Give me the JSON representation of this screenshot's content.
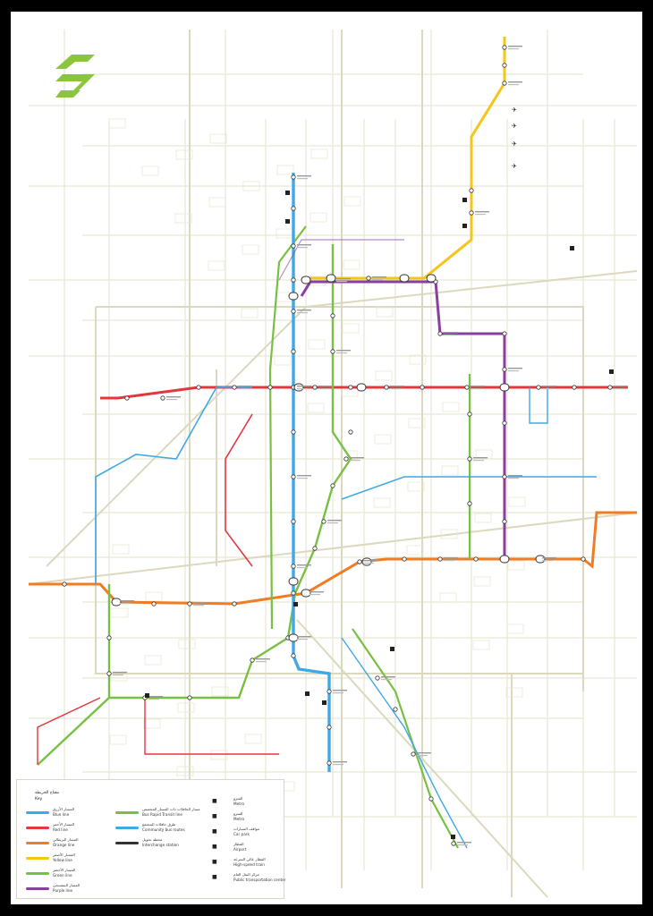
{
  "colors": {
    "background": "#ffffff",
    "frame": "#000000",
    "street": "#e8e6d4",
    "street_major": "#dcd8bd",
    "blue": "#3fa9e6",
    "red": "#e3373f",
    "orange": "#f07c24",
    "yellow": "#f5c518",
    "green": "#78c043",
    "purple": "#8a3ea0",
    "logo": "#8bc53f"
  },
  "logo": {
    "icon": "riyadh-metro-arrows-logo"
  },
  "legend": {
    "title_ar": "مفتاح الخريطة",
    "title_en": "Key",
    "lines": [
      {
        "ar": "المسار الأزرق",
        "en": "Blue line",
        "color": "#3fa9e6"
      },
      {
        "ar": "المسار الأحمر",
        "en": "Red line",
        "color": "#e3373f"
      },
      {
        "ar": "المسار البرتقالي",
        "en": "Orange line",
        "color": "#f07c24"
      },
      {
        "ar": "المسار الأصفر",
        "en": "Yellow line",
        "color": "#f5c518"
      },
      {
        "ar": "المسار الأخضر",
        "en": "Green line",
        "color": "#78c043"
      },
      {
        "ar": "المسار البنفسجي",
        "en": "Purple line",
        "color": "#8a3ea0"
      }
    ],
    "other": [
      {
        "ar": "مسار الحافلات ذات المسار المخصص",
        "en": "Bus Rapid Transit line",
        "color": "#78c043"
      },
      {
        "ar": "طرق حافلات المجتمع",
        "en": "Community bus routes",
        "color": "#3fa9e6"
      },
      {
        "ar": "محطة تحويل",
        "en": "Interchange station",
        "color": "#333333"
      }
    ],
    "facilities": [
      {
        "ar": "المترو",
        "en": "Metro",
        "icon": "metro-icon"
      },
      {
        "ar": "المترو",
        "en": "Metro",
        "icon": "metro-circle-icon"
      },
      {
        "ar": "مواقف السيارات",
        "en": "Car park",
        "icon": "car-park-icon"
      },
      {
        "ar": "المطار",
        "en": "Airport",
        "icon": "airport-icon"
      },
      {
        "ar": "القطار عالي السرعة",
        "en": "High-speed train",
        "icon": "train-icon"
      },
      {
        "ar": "مركز النقل العام",
        "en": "Public transportation center",
        "icon": "bus-icon"
      }
    ]
  }
}
